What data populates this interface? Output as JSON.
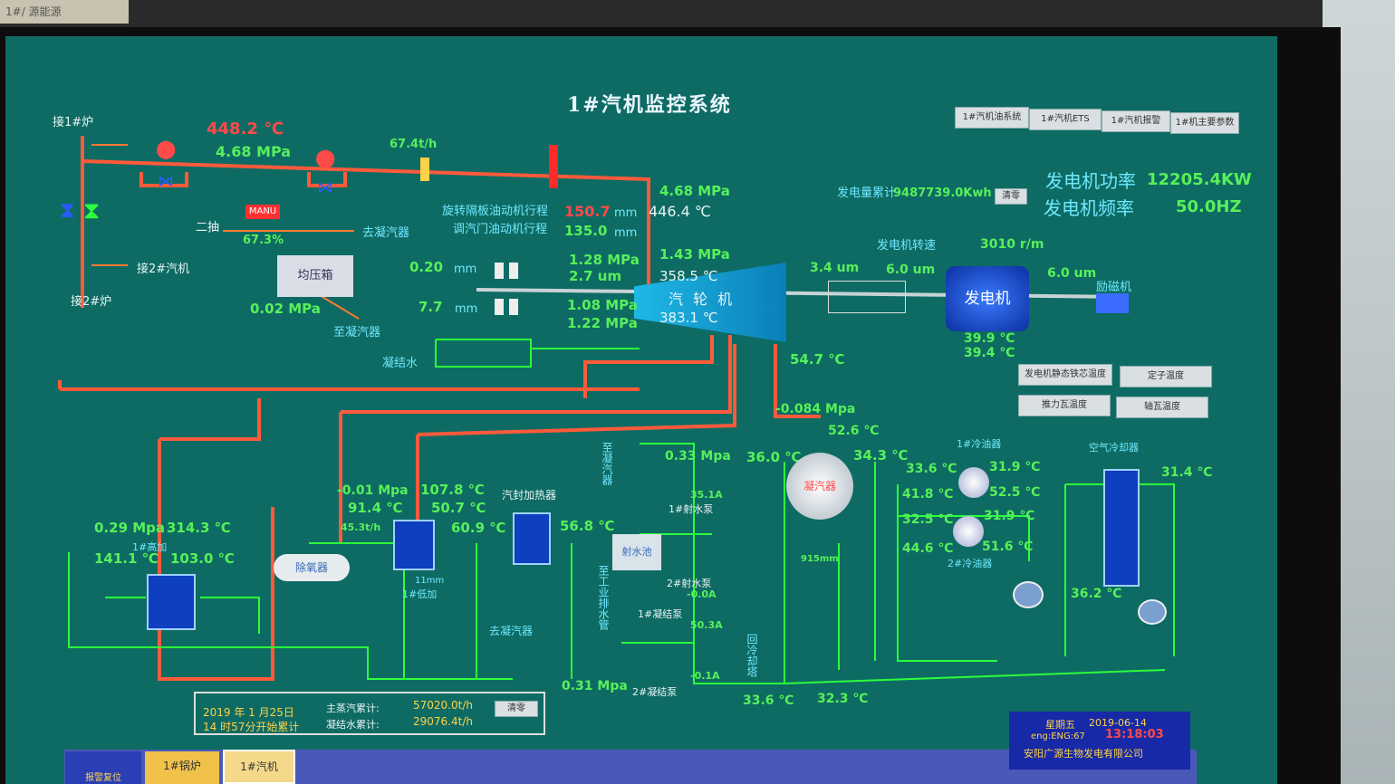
{
  "header": {
    "title": "1#汽机监控系统",
    "tabs": [
      "1#汽机油系统",
      "1#汽机ETS",
      "1#汽机报警",
      "1#机主要参数"
    ],
    "sticker": "1#/ 源能源"
  },
  "steam": {
    "boiler1": "接1#炉",
    "boiler2": "接2#炉",
    "to_turbine2": "接2#汽机",
    "temp": "448.2 ℃",
    "pressure": "4.68 MPa",
    "flow": "67.4t/h",
    "main_p": "4.68 MPa",
    "main_t": "446.4 ℃",
    "rot_stroke_label": "旋转隔板油动机行程",
    "rot_stroke_val": "150.7",
    "rot_stroke_unit": "mm",
    "valve_stroke_label": "调汽门油动机行程",
    "valve_stroke_val": "135.0",
    "valve_stroke_unit": "mm"
  },
  "desuper": {
    "manu": "MANU",
    "second_extract": "二抽",
    "opening": "67.3%",
    "to_condenser": "去凝汽器",
    "header_box": "均压箱",
    "pressure": "0.02 MPa",
    "to_condenser2": "至凝汽器",
    "condensate": "凝结水"
  },
  "turbine": {
    "label": "汽 轮 机",
    "inlet_p": "1.43 MPa",
    "inlet_t": "358.5 ℃",
    "exh_t": "383.1 ℃",
    "bearing_disp1": "0.20",
    "bearing_disp1_unit": "mm",
    "bearing_p1": "1.28 MPa",
    "bearing_vib1": "2.7 um",
    "bearing_disp2": "7.7",
    "bearing_disp2_unit": "mm",
    "bearing_p2": "1.08 MPa",
    "bearing_p3": "1.22 MPa",
    "exhaust_t": "54.7 ℃",
    "vib_left": "3.4 um",
    "vib_right": "6.0 um"
  },
  "generator": {
    "energy_label": "发电量累计",
    "energy_val": "9487739.0Kwh",
    "clear": "清零",
    "power_label": "发电机功率",
    "power_val": "12205.4KW",
    "freq_label": "发电机频率",
    "freq_val": "50.0HZ",
    "speed_label": "发电机转速",
    "speed_val": "3010 r/m",
    "label": "发电机",
    "vib": "6.0 um",
    "exciter": "励磁机",
    "temp1": "39.9 ℃",
    "temp2": "39.4 ℃",
    "btns": [
      "发电机静态铁芯温度",
      "定子温度",
      "推力瓦温度",
      "轴瓦温度"
    ]
  },
  "condenser": {
    "vacuum": "-0.084 Mpa",
    "t1": "52.6 ℃",
    "t_in": "36.0 ℃",
    "t_out": "34.3 ℃",
    "label": "凝汽器",
    "level": "915mm",
    "cw_in": "33.6 ℃",
    "cw_out": "32.3 ℃",
    "cooling_tower": "回冷却塔"
  },
  "coolers": {
    "cooler_label": "1#冷油器",
    "c1_a": "33.6 ℃",
    "c1_b": "31.9 ℃",
    "c1_c": "41.8 ℃",
    "c1_d": "52.5 ℃",
    "c2_a": "32.5 ℃",
    "c2_b": "31.9 ℃",
    "c2_c": "44.6 ℃",
    "c2_d": "51.6 ℃",
    "cooler2_label": "2#冷油器",
    "air_label": "空气冷却器",
    "air_t1": "31.4 ℃",
    "air_t2": "36.2 ℃"
  },
  "heaters": {
    "hp_p": "0.29 Mpa",
    "hp_t1": "314.3 ℃",
    "hp_label": "1#高加",
    "hp_t2": "141.1 ℃",
    "hp_t3": "103.0 ℃",
    "deaerator": "除氧器",
    "deaer_flow": "45.3t/h",
    "lp_p": "-0.01 Mpa",
    "lp_t1": "107.8 ℃",
    "lp_t2": "91.4 ℃",
    "lp_t3": "50.7 ℃",
    "lp_level": "11mm",
    "lp_label": "1#低加",
    "seal_label": "汽封加热器",
    "seal_t1": "60.9 ℃",
    "seal_t2": "56.8 ℃",
    "to_cond": "去凝汽器"
  },
  "pumps": {
    "to_condenser_v": "至凝汽器",
    "ejector_p": "0.33 Mpa",
    "ejector1_a": "35.1A",
    "ejector1_label": "1#射水泵",
    "ejector_box": "射水池",
    "ejector2_label": "2#射水泵",
    "ejector2_a": "-0.0A",
    "industrial": "至工业排水管",
    "cond1_label": "1#凝结泵",
    "cond1_a": "50.3A",
    "cond2_label": "2#凝结泵",
    "cond2_a": "-0.1A",
    "cond_p": "0.31 Mpa"
  },
  "counters": {
    "date": "2019 年 1 月25日",
    "since": "14 时57分开始累计",
    "steam_label": "主蒸汽累计:",
    "steam_val": "57020.0t/h",
    "cond_label": "凝结水累计:",
    "cond_val": "29076.4t/h",
    "clear": "清零"
  },
  "footer": {
    "alarm": "报警复位",
    "nav1": "1#锅炉",
    "nav2": "1#汽机",
    "weekday": "星期五",
    "date": "2019-06-14",
    "user": "eng:ENG:67",
    "time": "13:18:03",
    "company": "安阳广源生物发电有限公司"
  }
}
